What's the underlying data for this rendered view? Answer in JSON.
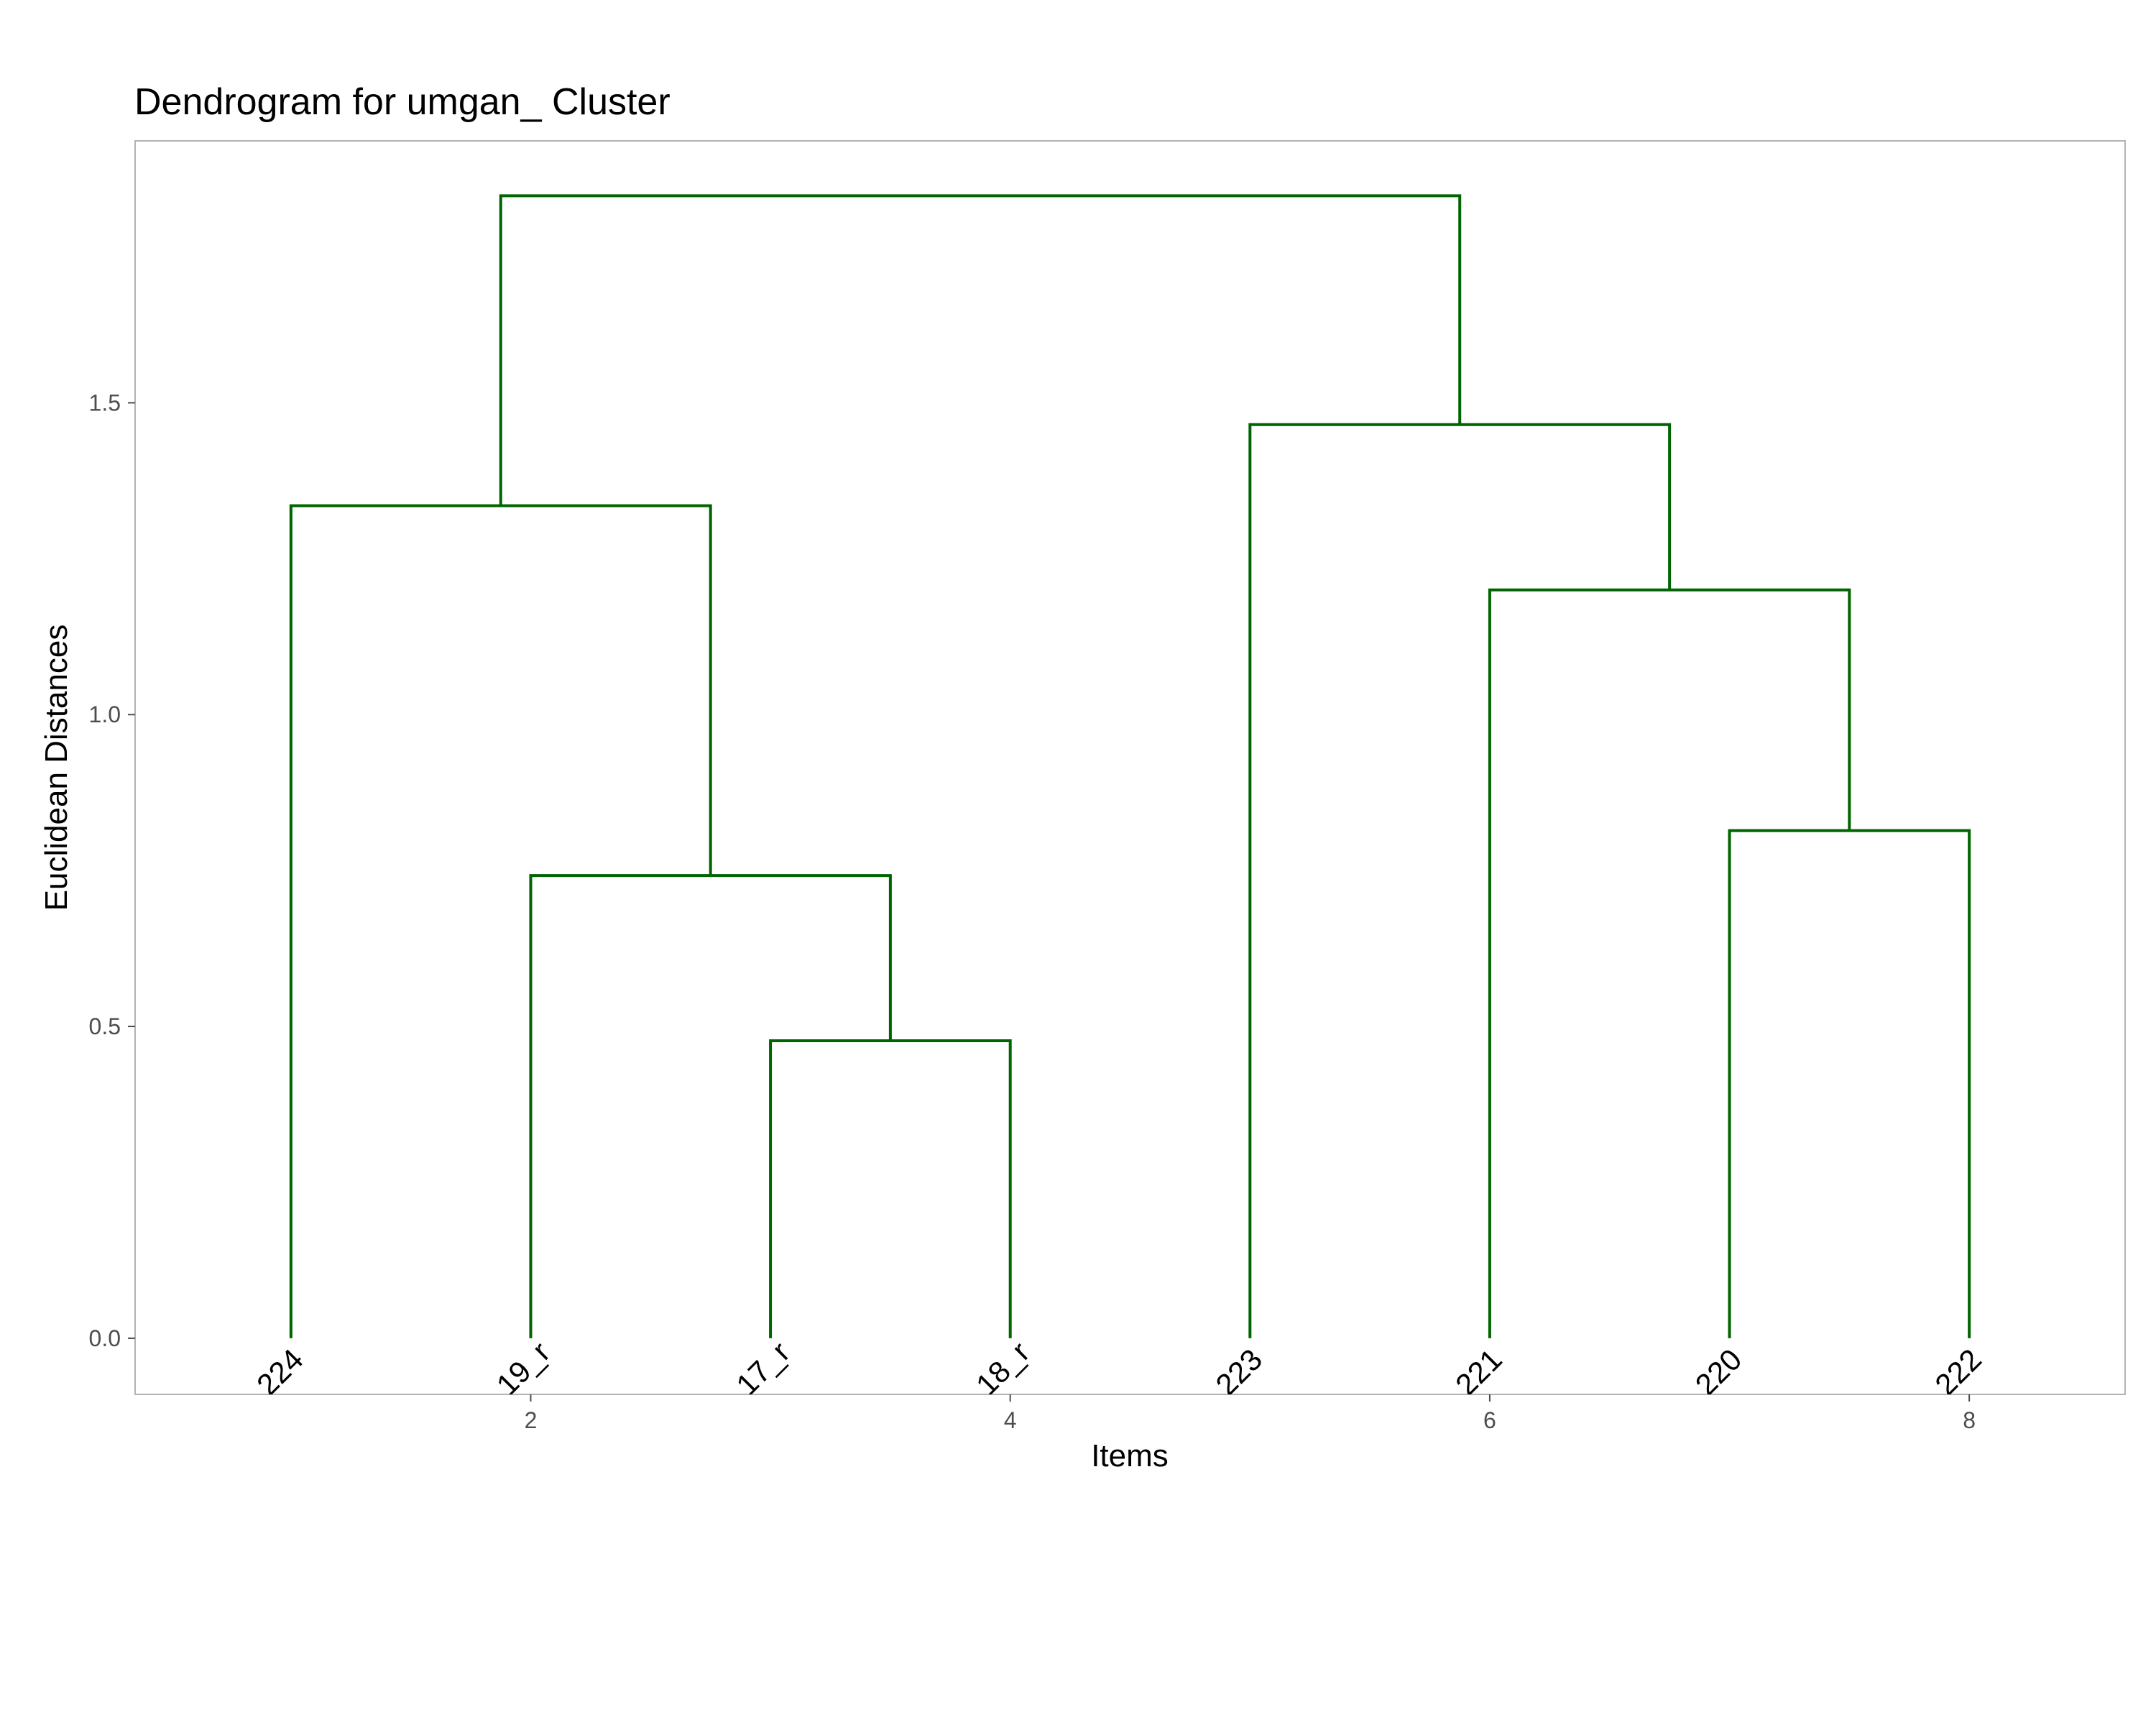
{
  "chart_data": {
    "type": "dendrogram",
    "title": "Dendrogram for umgan_ Cluster",
    "xlabel": "Items",
    "ylabel": "Euclidean Distances",
    "xlim": [
      0.35,
      8.65
    ],
    "ylim": [
      -0.09,
      1.92
    ],
    "x_ticks": [
      2,
      4,
      6,
      8
    ],
    "y_ticks": [
      0.0,
      0.5,
      1.0,
      1.5
    ],
    "y_tick_labels": [
      "0.0",
      "0.5",
      "1.0",
      "1.5"
    ],
    "line_color": "#006400",
    "grid": false,
    "leaves": [
      {
        "x": 1,
        "label": "224"
      },
      {
        "x": 2,
        "label": "19_r"
      },
      {
        "x": 3,
        "label": "17_r"
      },
      {
        "x": 4,
        "label": "18_r"
      },
      {
        "x": 5,
        "label": "223"
      },
      {
        "x": 6,
        "label": "221"
      },
      {
        "x": 7,
        "label": "220"
      },
      {
        "x": 8,
        "label": "222"
      }
    ],
    "merges": [
      {
        "left_x": 3,
        "left_h": 0.0,
        "right_x": 4,
        "right_h": 0.0,
        "height": 0.477
      },
      {
        "left_x": 2,
        "left_h": 0.0,
        "right_x": 3.5,
        "right_h": 0.477,
        "height": 0.742
      },
      {
        "left_x": 7,
        "left_h": 0.0,
        "right_x": 8,
        "right_h": 0.0,
        "height": 0.814
      },
      {
        "left_x": 6,
        "left_h": 0.0,
        "right_x": 7.5,
        "right_h": 0.814,
        "height": 1.2
      },
      {
        "left_x": 1,
        "left_h": 0.0,
        "right_x": 2.75,
        "right_h": 0.742,
        "height": 1.335
      },
      {
        "left_x": 5,
        "left_h": 0.0,
        "right_x": 6.75,
        "right_h": 1.2,
        "height": 1.465
      },
      {
        "left_x": 1.875,
        "left_h": 1.335,
        "right_x": 5.875,
        "right_h": 1.465,
        "height": 1.832
      }
    ]
  }
}
